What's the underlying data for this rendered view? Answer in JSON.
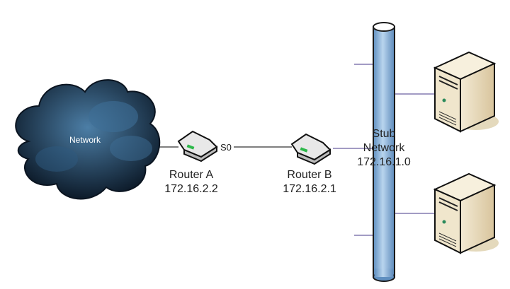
{
  "cloud": {
    "label": "Network"
  },
  "router_a": {
    "name": "Router A",
    "ip": "172.16.2.2",
    "interface": "S0"
  },
  "router_b": {
    "name": "Router B",
    "ip": "172.16.2.1"
  },
  "stub": {
    "line1": "Stub",
    "line2": "Network",
    "ip": "172.16.1.0"
  },
  "colors": {
    "bus": "#8fb8dc",
    "link": "#6a5fa0",
    "cloud": "#1c3550",
    "server": "#e9dcc0"
  }
}
